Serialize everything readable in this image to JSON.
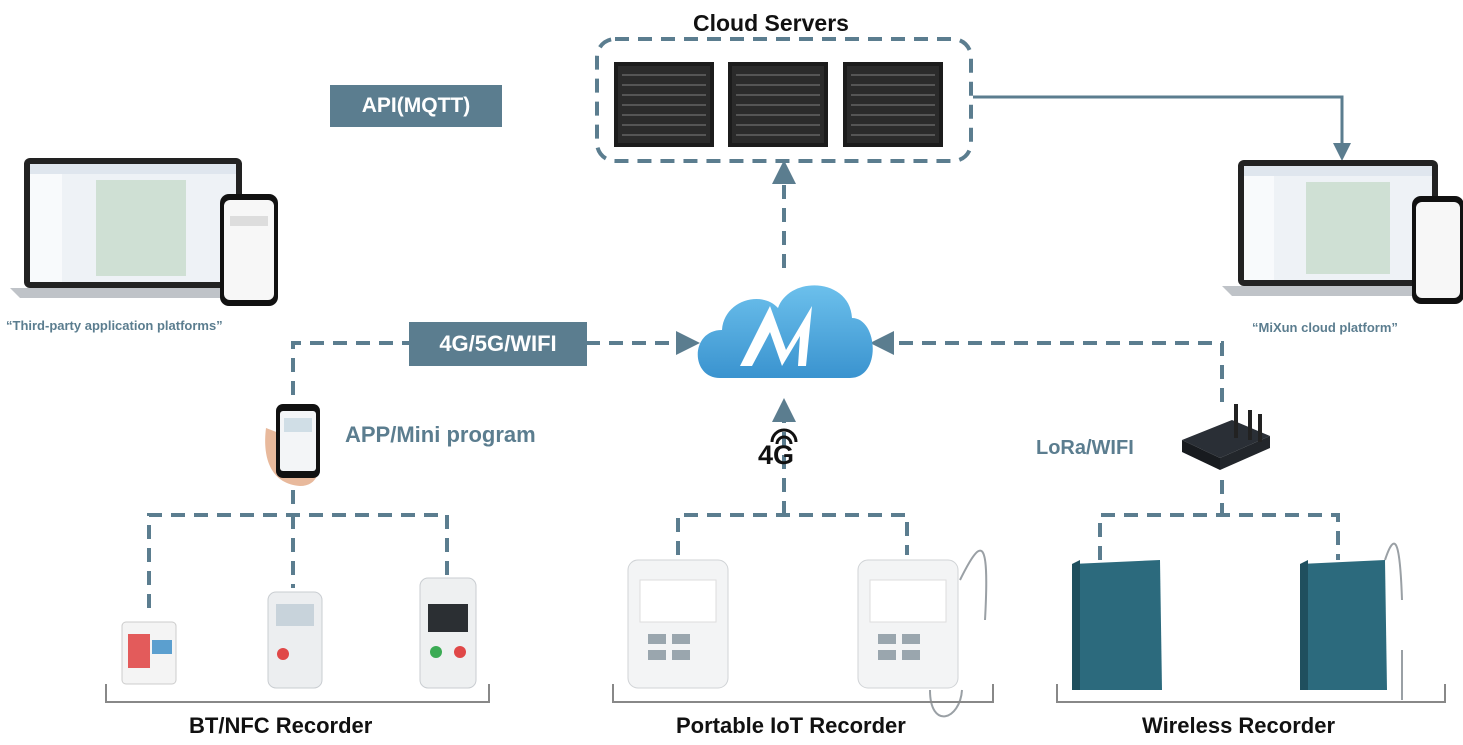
{
  "header": {
    "cloud_servers": "Cloud Servers"
  },
  "badges": {
    "api": "API(MQTT)",
    "network": "4G/5G/WIFI"
  },
  "platforms": {
    "third_party": "“Third-party application platforms”",
    "mixun": "“MiXun cloud platform”"
  },
  "links": {
    "app": "APP/Mini program",
    "lora": "LoRa/WIFI",
    "cell_icon_text": "4G"
  },
  "groups": {
    "bt_nfc": "BT/NFC Recorder",
    "portable": "Portable IoT Recorder",
    "wireless": "Wireless Recorder"
  },
  "colors": {
    "connector": "#5b7d8f",
    "badge_bg": "#5b7d8f",
    "cloud_blue": "#4fa8dc",
    "server_dark": "#1c1c1c",
    "device_teal": "#2c6a7d"
  }
}
